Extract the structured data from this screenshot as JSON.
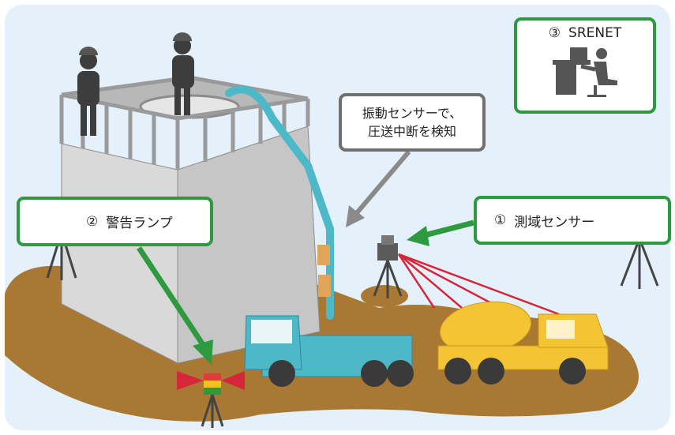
{
  "callouts": {
    "srenet": {
      "number": "③",
      "label": "SRENET"
    },
    "warning_lamp": {
      "number": "②",
      "label": "警告ランプ"
    },
    "range_sensor": {
      "number": "①",
      "label": "測域センサー"
    },
    "vibration": {
      "line1": "振動センサーで、",
      "line2": "圧送中断を検知"
    }
  },
  "icons": [
    "worker-icon",
    "pump-truck-icon",
    "mixer-truck-icon",
    "range-sensor-icon",
    "warning-lamp-icon",
    "pc-user-icon"
  ],
  "colors": {
    "sky": "#e4f1fa",
    "ground": "#a97833",
    "callout_green": "#2e9a3f",
    "callout_gray": "#707070",
    "arrow_green": "#2e9a3f",
    "arrow_gray": "#8a8a8a",
    "sensor_beam": "#d6263a",
    "pump_truck": "#4db9c8",
    "mixer_truck": "#f4c435"
  }
}
